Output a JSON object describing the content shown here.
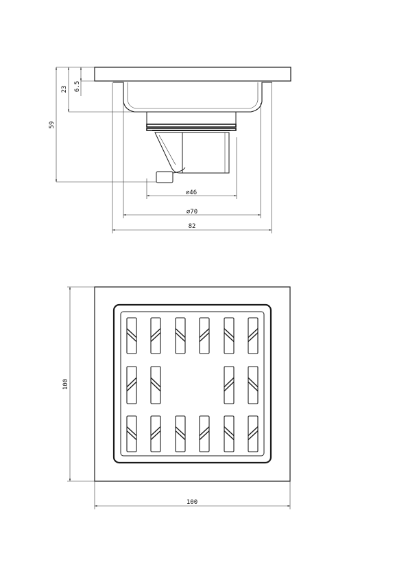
{
  "side_view": {
    "dimensions": {
      "height_total": "59",
      "height_body": "23",
      "flange_thickness": "6.5",
      "outlet_diameter": "46",
      "body_diameter": "70",
      "flange_width": "82"
    },
    "diameter_symbol": "∅"
  },
  "top_view": {
    "dimensions": {
      "height": "100",
      "width": "100"
    }
  }
}
